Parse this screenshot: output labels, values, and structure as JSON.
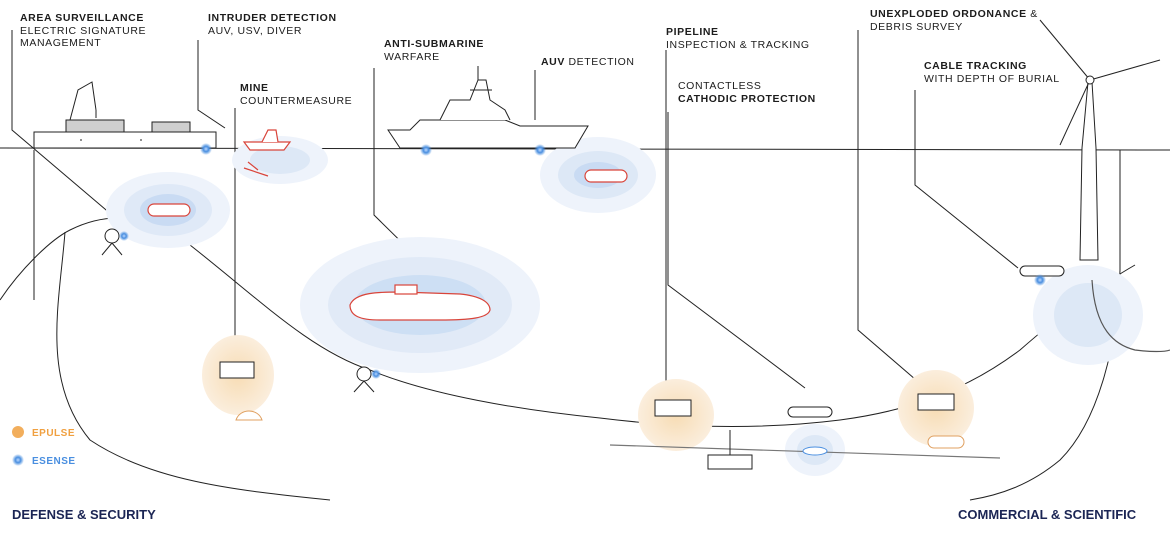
{
  "labels": {
    "area_surveillance": {
      "title": "AREA SURVEILLANCE",
      "line1": "ELECTRIC SIGNATURE",
      "line2": "MANAGEMENT"
    },
    "intruder_detection": {
      "title": "INTRUDER DETECTION",
      "line1": "AUV, USV, DIVER"
    },
    "mine": {
      "title": "MINE",
      "line1": "COUNTERMEASURE"
    },
    "anti_submarine": {
      "title": "ANTI-SUBMARINE",
      "line1": "WARFARE"
    },
    "auv_detection": {
      "bold": "AUV",
      "rest": " DETECTION"
    },
    "pipeline": {
      "title": "PIPELINE",
      "line1": "INSPECTION & TRACKING"
    },
    "cathodic": {
      "line1": "CONTACTLESS",
      "title": "CATHODIC PROTECTION"
    },
    "unexploded": {
      "title": "UNEXPLODED ORDONANCE",
      "rest": " &",
      "line1": "DEBRIS SURVEY"
    },
    "cable_tracking": {
      "title": "CABLE TRACKING",
      "line1": "WITH DEPTH OF BURIAL"
    }
  },
  "legend": {
    "epulse": {
      "label": "EPULSE",
      "color": "#f0a040"
    },
    "esense": {
      "label": "ESENSE",
      "color": "#4a8fe0"
    }
  },
  "footer": {
    "left": "DEFENSE & SECURITY",
    "right": "COMMERCIAL & SCIENTIFIC"
  },
  "colors": {
    "ink": "#1c1c1c",
    "navy": "#1b2554",
    "field_blue": "#dfe9f7",
    "epulse_glow": "#f6d9b0",
    "target_red": "#d9443a"
  }
}
